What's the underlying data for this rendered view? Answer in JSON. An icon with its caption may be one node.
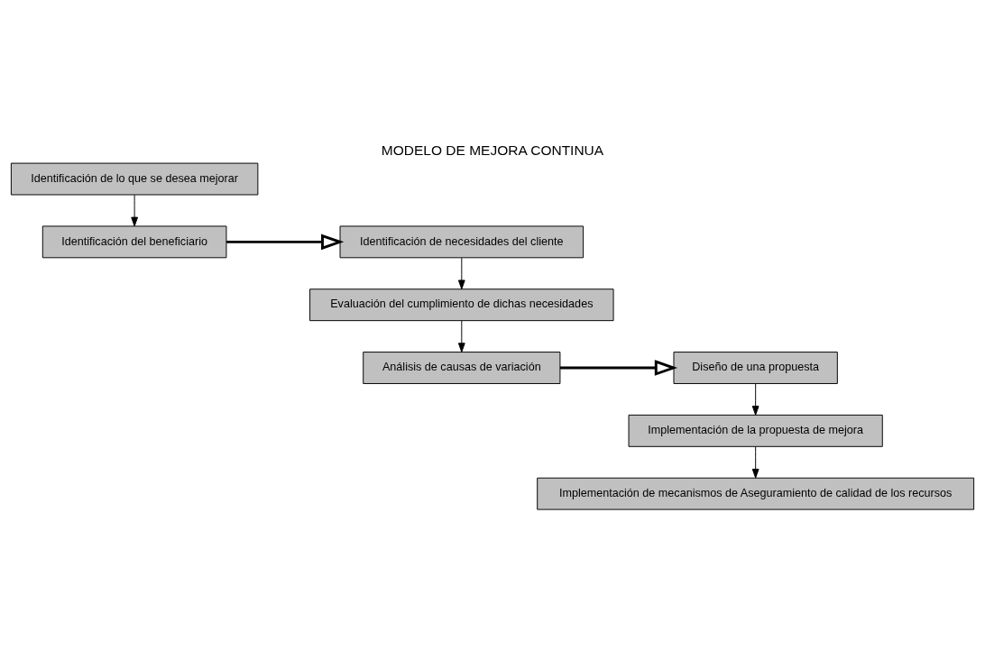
{
  "diagram": {
    "title": "MODELO DE MEJORA CONTINUA",
    "nodes": [
      {
        "text": [
          "Identificación de lo que se desea mejorar"
        ]
      },
      {
        "text": [
          "Identificación del beneficiario"
        ]
      },
      {
        "text": [
          "Identificación de necesidades del cliente"
        ]
      },
      {
        "text": [
          "Evaluación del cumplimiento de dichas necesidades"
        ]
      },
      {
        "text": [
          "Análisis de causas de variación"
        ]
      },
      {
        "text": [
          "Diseño de una propuesta"
        ]
      },
      {
        "text": [
          "Implementación de la propuesta de mejora"
        ]
      },
      {
        "text": [
          "Implementación de mecanismos de Aseguramiento de calidad de los recursos"
        ]
      }
    ],
    "edges": [
      {
        "from": 0,
        "to": 1,
        "arrow": "to"
      },
      {
        "from": 1,
        "to": 2,
        "arrow": "to",
        "style": "thick"
      },
      {
        "from": 2,
        "to": 3,
        "arrow": "to"
      },
      {
        "from": 3,
        "to": 4,
        "arrow": "to"
      },
      {
        "from": 4,
        "to": 5,
        "arrow": "to",
        "style": "thick"
      },
      {
        "from": 5,
        "to": 6,
        "arrow": "to"
      },
      {
        "from": 6,
        "to": 7,
        "arrow": "to"
      }
    ]
  }
}
